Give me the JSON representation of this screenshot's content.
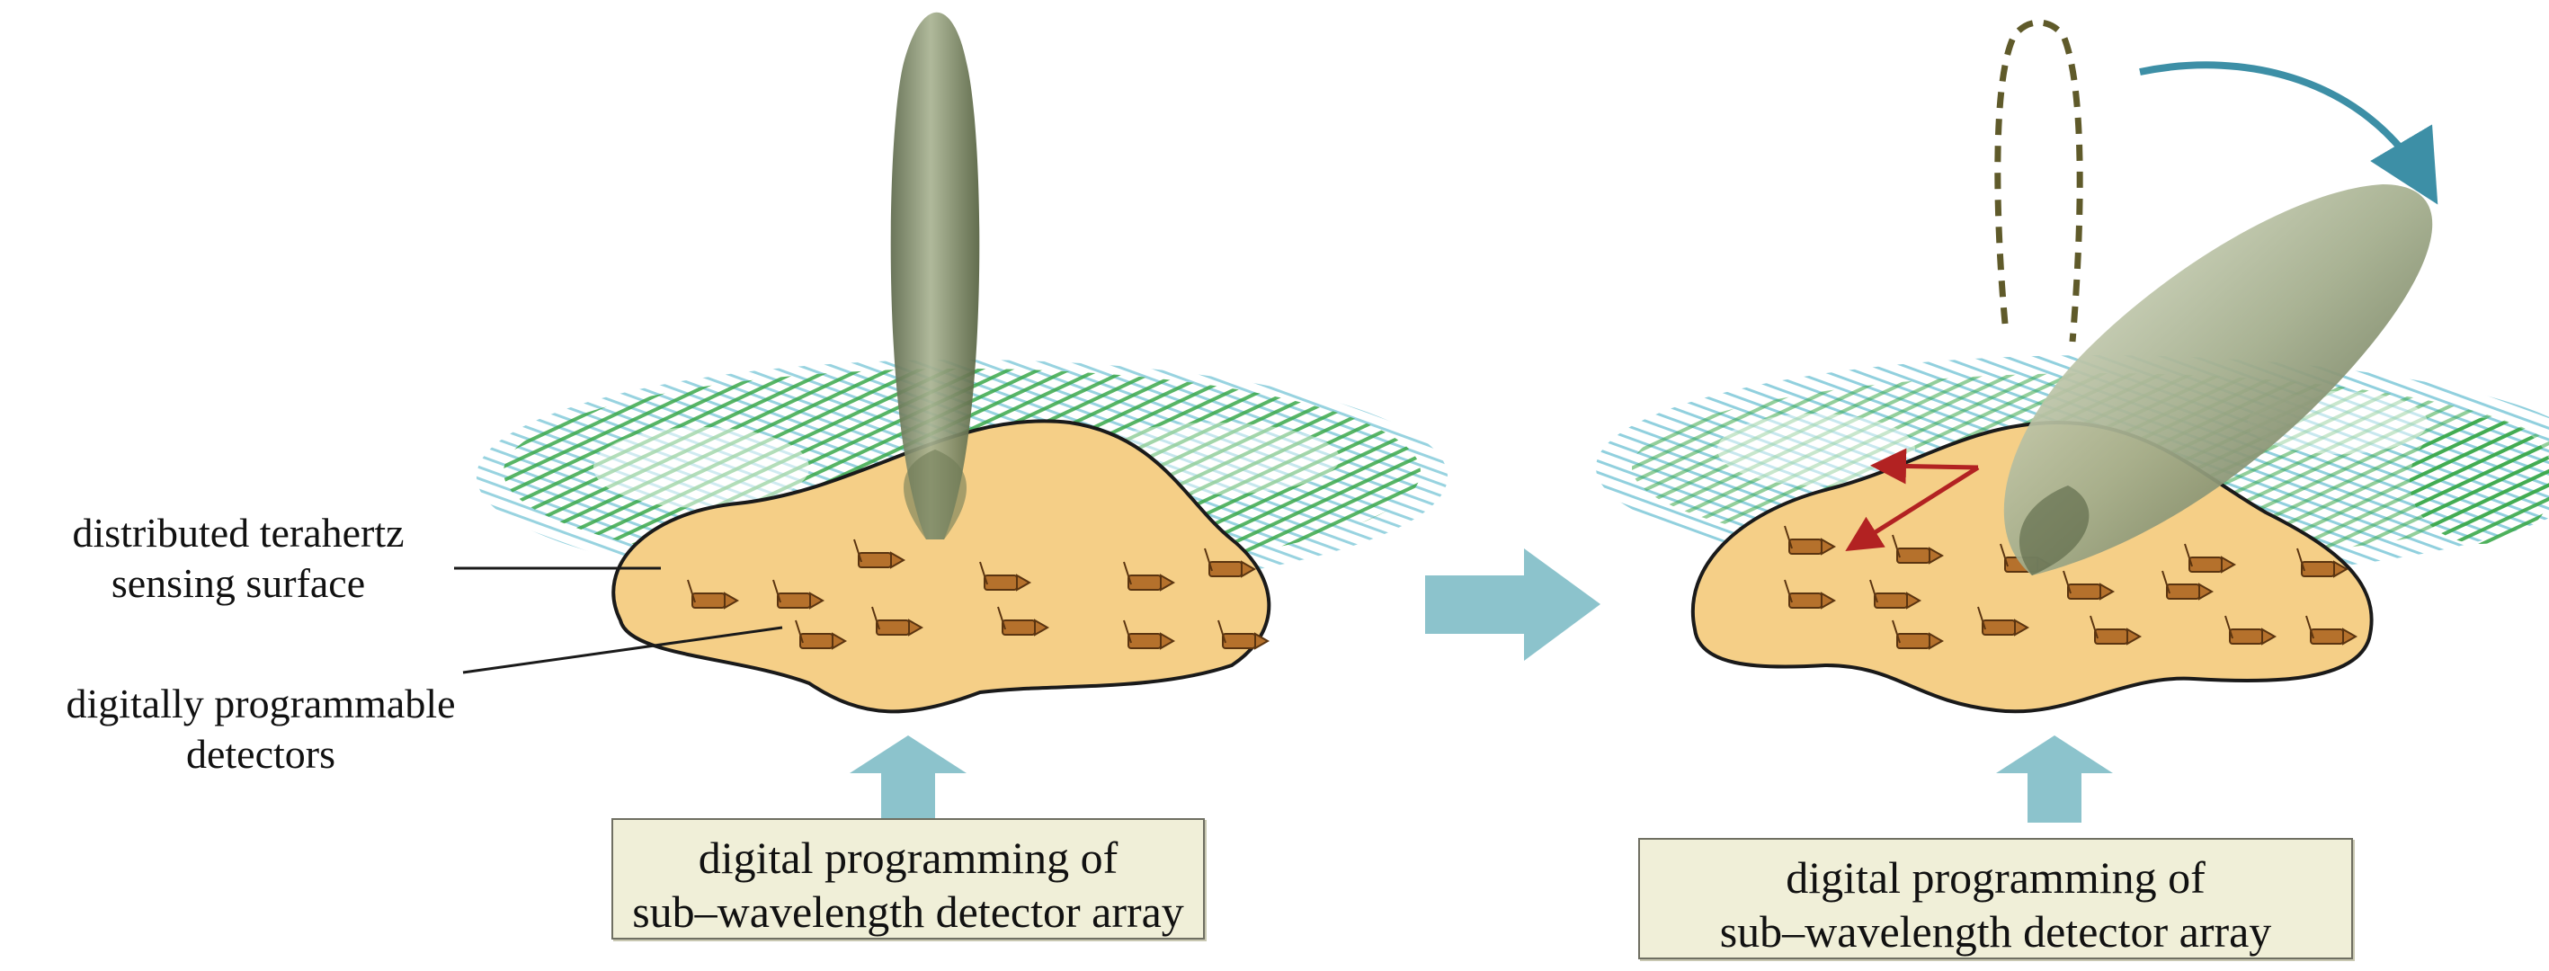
{
  "labels": {
    "sensing_surface_line1": "distributed terahertz",
    "sensing_surface_line2": "sensing surface",
    "detectors_line1": "digitally programmable",
    "detectors_line2": "detectors"
  },
  "panels": [
    {
      "caption_line1": "digital programming of",
      "caption_line2": "sub–wavelength detector array"
    },
    {
      "caption_line1": "digital programming of",
      "caption_line2": "sub–wavelength detector array"
    }
  ],
  "colors": {
    "surface_fill": "#f5cf87",
    "surface_stroke": "#1a1a1a",
    "beam": "#7d8a6a",
    "field_green": "#3aa84a",
    "field_cyan": "#7ec8d8",
    "arrow_blue": "#8cc3cc",
    "rotation_arrow": "#3d8fa6",
    "detector": "#b5712c",
    "steering_red": "#b22222"
  },
  "icons": [
    "right-arrow-icon",
    "up-arrow-icon",
    "curved-rotation-arrow-icon"
  ]
}
